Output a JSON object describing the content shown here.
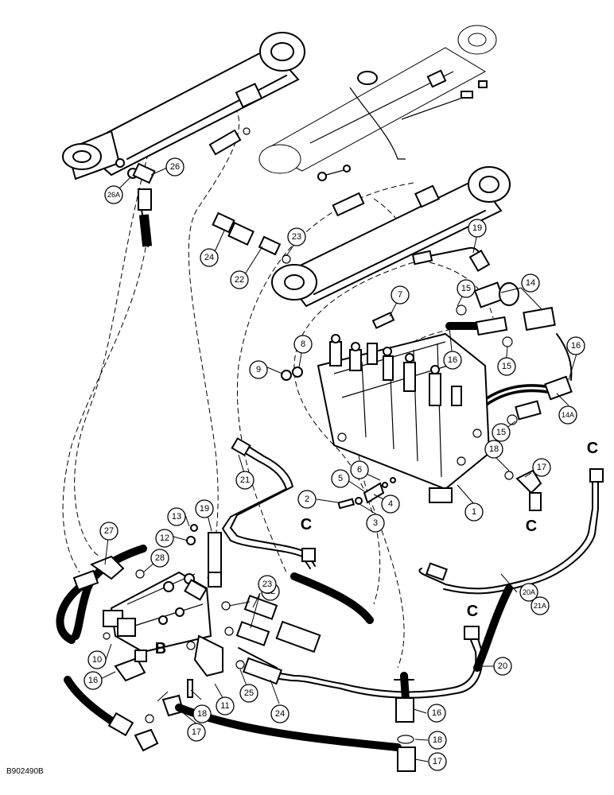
{
  "figure_code": "B902490B",
  "callouts": [
    {
      "label": "1"
    },
    {
      "label": "2"
    },
    {
      "label": "3"
    },
    {
      "label": "4"
    },
    {
      "label": "5"
    },
    {
      "label": "6"
    },
    {
      "label": "7"
    },
    {
      "label": "8"
    },
    {
      "label": "9"
    },
    {
      "label": "10"
    },
    {
      "label": "11"
    },
    {
      "label": "12"
    },
    {
      "label": "13"
    },
    {
      "label": "14"
    },
    {
      "label": "14A"
    },
    {
      "label": "15"
    },
    {
      "label": "15"
    },
    {
      "label": "15"
    },
    {
      "label": "16"
    },
    {
      "label": "16"
    },
    {
      "label": "16"
    },
    {
      "label": "16"
    },
    {
      "label": "17"
    },
    {
      "label": "17"
    },
    {
      "label": "17"
    },
    {
      "label": "18"
    },
    {
      "label": "18"
    },
    {
      "label": "18"
    },
    {
      "label": "19"
    },
    {
      "label": "19"
    },
    {
      "label": "20"
    },
    {
      "label": "20A"
    },
    {
      "label": "21"
    },
    {
      "label": "21A"
    },
    {
      "label": "22"
    },
    {
      "label": "22"
    },
    {
      "label": "23"
    },
    {
      "label": "23"
    },
    {
      "label": "24"
    },
    {
      "label": "24"
    },
    {
      "label": "25"
    },
    {
      "label": "26"
    },
    {
      "label": "26A"
    },
    {
      "label": "27"
    },
    {
      "label": "28"
    }
  ],
  "connector_letters": [
    "C",
    "C",
    "C",
    "C",
    "B"
  ]
}
